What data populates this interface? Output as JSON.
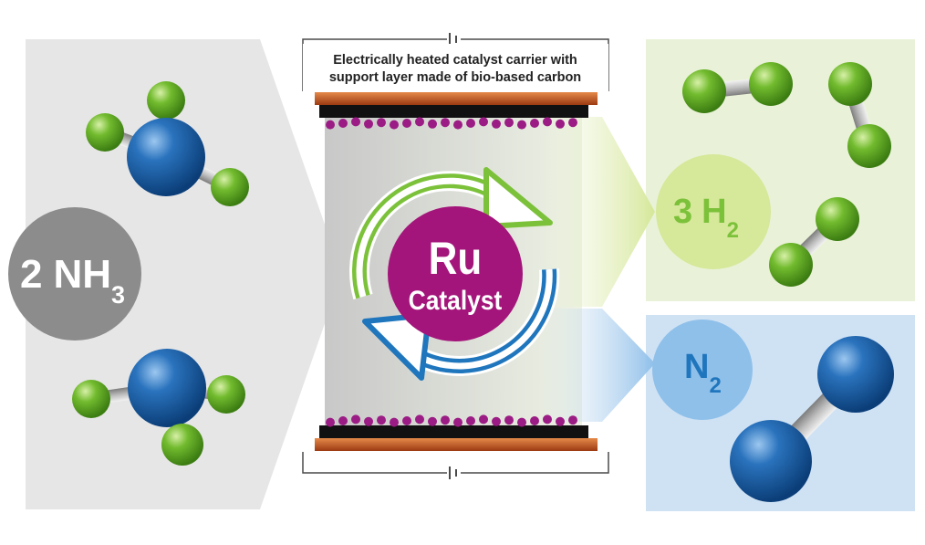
{
  "caption": {
    "line1": "Electrically heated catalyst carrier with",
    "line2": "support layer made of bio-based carbon"
  },
  "reactant": {
    "coef": "2",
    "formula": "NH",
    "sub": "3"
  },
  "catalyst": {
    "element": "Ru",
    "word": "Catalyst"
  },
  "products": {
    "hydrogen": {
      "coef": "3",
      "formula": "H",
      "sub": "2"
    },
    "nitrogen": {
      "formula": "N",
      "sub": "2"
    }
  },
  "colors": {
    "nitrogen_atom": "#1c5fa6",
    "hydrogen_atom": "#6ab42c",
    "catalyst_circle": "#a3157a",
    "green_arrow": "#7cc13a",
    "blue_arrow": "#1f76bd",
    "copper_plate": "#c4561f",
    "reactant_panel": "#e6e6e6",
    "hydrogen_panel": "#e9f2d8",
    "nitrogen_panel": "#cfe2f4",
    "reactant_badge": "#8c8c8c"
  },
  "icons": {
    "power_source_top": "battery-icon",
    "power_source_bottom": "battery-icon"
  }
}
